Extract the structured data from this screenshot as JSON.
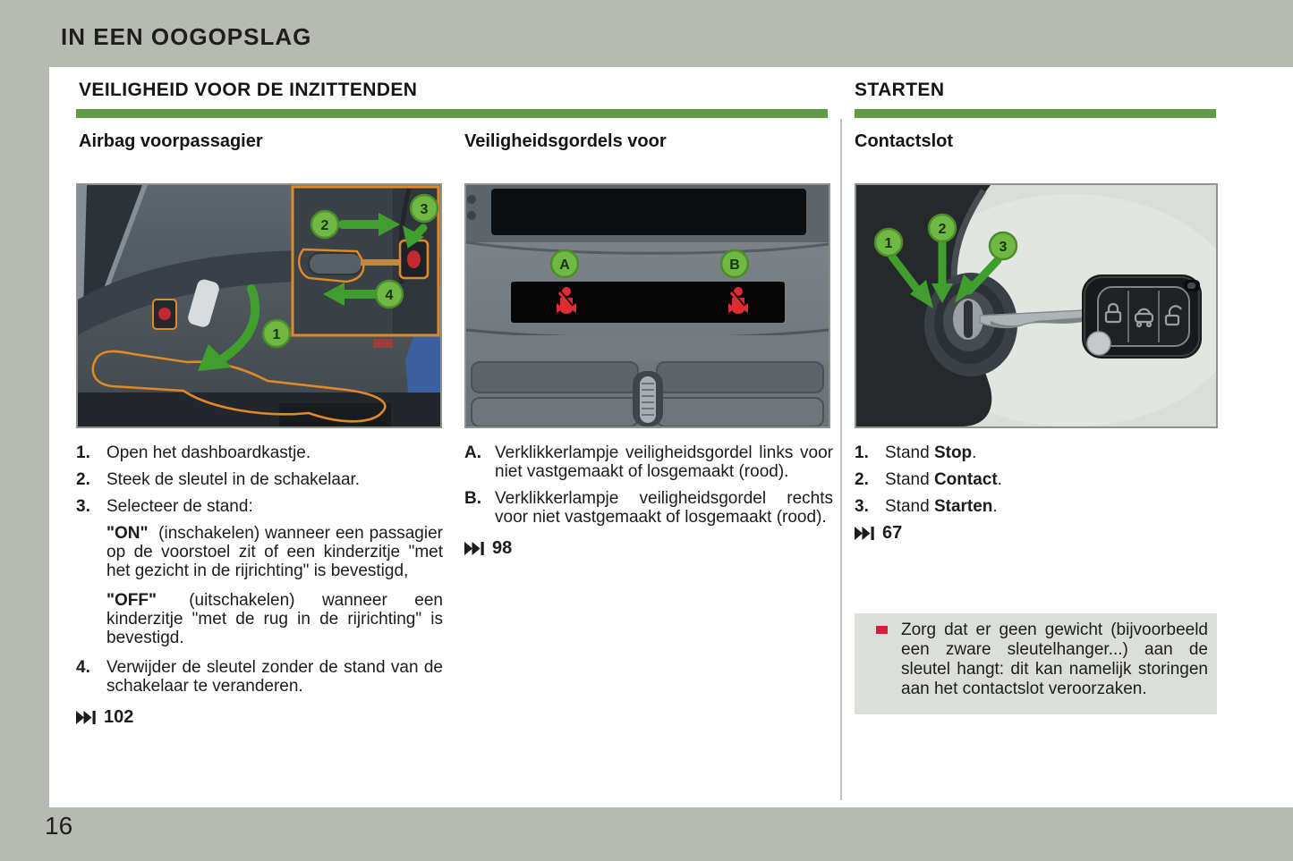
{
  "page": {
    "header_title": "IN EEN OOGOPSLAG",
    "page_number": "16"
  },
  "colors": {
    "green_bar": "#5f9a44",
    "callout_green": "#6fb844",
    "warning_red": "#d1203b",
    "page_bg": "#b6bab2"
  },
  "icons": {
    "page_ref": "skip-to-page-icon (two solid right triangles with end bar)",
    "warning": "red-exclamation-icon",
    "seatbelt_warning": "red seated figure with diagonal belt",
    "airbag_off": "red dot badge with orange frame"
  },
  "section_left": {
    "title": "VEILIGHEID VOOR DE INZITTENDEN"
  },
  "section_right": {
    "title": "STARTEN"
  },
  "airbag": {
    "subtitle": "Airbag voorpassagier",
    "callouts": [
      "1",
      "2",
      "3",
      "4"
    ],
    "steps": [
      {
        "marker": "1.",
        "text": "Open het dashboardkastje."
      },
      {
        "marker": "2.",
        "text": "Steek de sleutel in de schakelaar."
      },
      {
        "marker": "3.",
        "text": "Selecteer de stand:"
      }
    ],
    "mode_on": {
      "lead": "\"ON\"",
      "text": "(inschakelen) wanneer een passagier op de voorstoel zit of een kinderzitje \"met het gezicht in de rijrichting\" is bevestigd,"
    },
    "mode_off": {
      "lead": "\"OFF\"",
      "text": "(uitschakelen) wanneer een kinderzitje \"met de rug in de rijrichting\" is bevestigd."
    },
    "step4": {
      "marker": "4.",
      "text": "Verwijder de sleutel zonder de stand van de schakelaar te veranderen."
    },
    "page_ref": "102"
  },
  "belts": {
    "subtitle": "Veiligheidsgordels voor",
    "callouts": [
      "A",
      "B"
    ],
    "items": [
      {
        "marker": "A.",
        "text": "Verklikkerlampje veiligheidsgordel links voor niet vastgemaakt of losgemaakt (rood)."
      },
      {
        "marker": "B.",
        "text": "Verklikkerlampje veiligheidsgordel rechts voor niet vastgemaakt of losgemaakt (rood)."
      }
    ],
    "page_ref": "98"
  },
  "ignition": {
    "subtitle": "Contactslot",
    "callouts": [
      "1",
      "2",
      "3"
    ],
    "items": [
      {
        "marker": "1.",
        "pre": "Stand",
        "bold": "Stop",
        "post": "."
      },
      {
        "marker": "2.",
        "pre": "Stand",
        "bold": "Contact",
        "post": "."
      },
      {
        "marker": "3.",
        "pre": "Stand",
        "bold": "Starten",
        "post": "."
      }
    ],
    "page_ref": "67",
    "warning": "Zorg dat er geen gewicht (bijvoorbeeld een zware sleutelhanger...) aan de sleutel hangt: dit kan namelijk storingen aan het contactslot veroorzaken."
  }
}
